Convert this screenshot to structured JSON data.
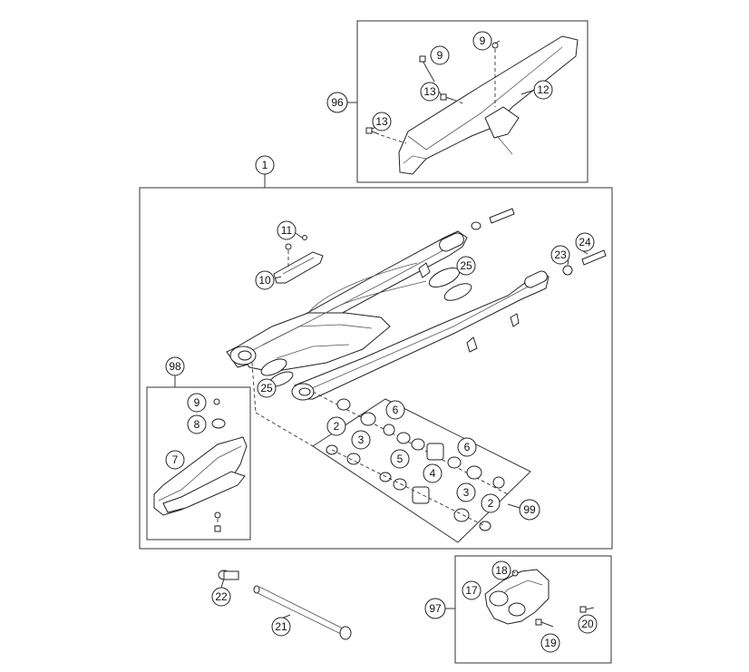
{
  "callouts": {
    "c1": "1",
    "c96": "96",
    "c9_chainguard": "9",
    "c9_chainguard_top": "9",
    "c12": "12",
    "c13_upper": "13",
    "c13_lower": "13",
    "c11": "11",
    "c10": "10",
    "c23": "23",
    "c24": "24",
    "c25_upper": "25",
    "c25_lower": "25",
    "c98": "98",
    "c9_slider": "9",
    "c8": "8",
    "c7": "7",
    "c6_upper": "6",
    "c6_lower": "6",
    "c2_left": "2",
    "c2_right": "2",
    "c3_left": "3",
    "c3_right": "3",
    "c5": "5",
    "c4": "4",
    "c99": "99",
    "c18": "18",
    "c17": "17",
    "c97": "97",
    "c20": "20",
    "c19": "19",
    "c22": "22",
    "c21": "21"
  }
}
